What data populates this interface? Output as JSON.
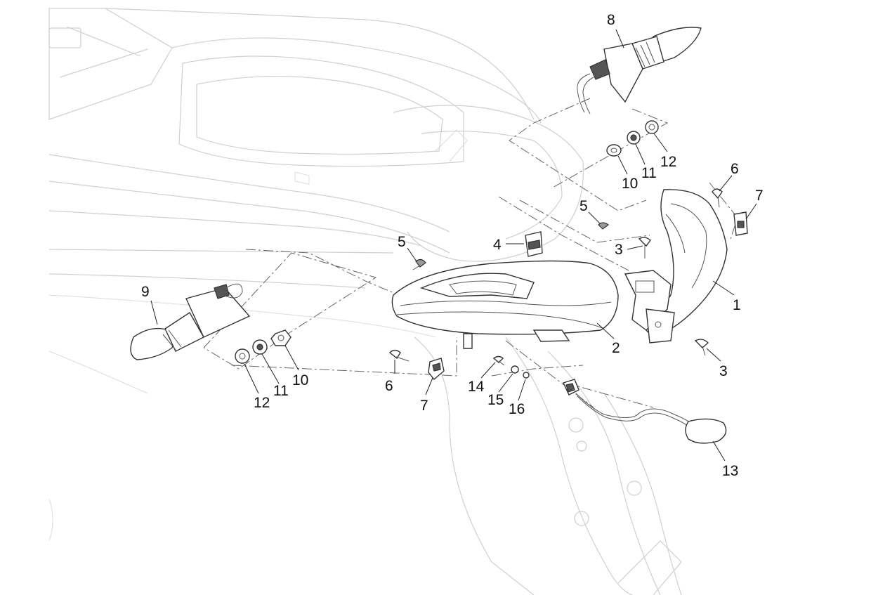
{
  "callouts": [
    {
      "id": "c1",
      "text": "1"
    },
    {
      "id": "c2",
      "text": "2"
    },
    {
      "id": "c3a",
      "text": "3"
    },
    {
      "id": "c3b",
      "text": "3"
    },
    {
      "id": "c4",
      "text": "4"
    },
    {
      "id": "c5a",
      "text": "5"
    },
    {
      "id": "c5b",
      "text": "5"
    },
    {
      "id": "c6a",
      "text": "6"
    },
    {
      "id": "c6b",
      "text": "6"
    },
    {
      "id": "c7a",
      "text": "7"
    },
    {
      "id": "c7b",
      "text": "7"
    },
    {
      "id": "c8",
      "text": "8"
    },
    {
      "id": "c9",
      "text": "9"
    },
    {
      "id": "c10a",
      "text": "10"
    },
    {
      "id": "c10b",
      "text": "10"
    },
    {
      "id": "c11a",
      "text": "11"
    },
    {
      "id": "c11b",
      "text": "11"
    },
    {
      "id": "c12a",
      "text": "12"
    },
    {
      "id": "c12b",
      "text": "12"
    },
    {
      "id": "c13",
      "text": "13"
    },
    {
      "id": "c14",
      "text": "14"
    },
    {
      "id": "c15",
      "text": "15"
    },
    {
      "id": "c16",
      "text": "16"
    }
  ]
}
